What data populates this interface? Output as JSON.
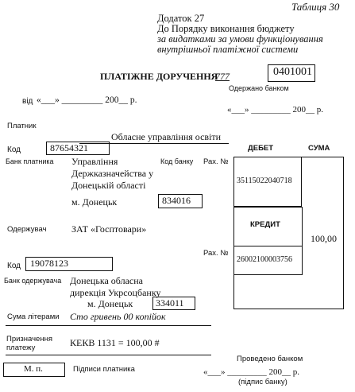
{
  "table_label": "Таблиця 30",
  "appendix": {
    "line1": "Додаток 27",
    "line2": "До Порядку виконання бюджету",
    "line3": "за видатками за умови функціонування",
    "line4": "внутрішньої платіжної системи"
  },
  "order": {
    "title": "ПЛАТІЖНЕ ДОРУЧЕННЯ",
    "number": "777",
    "form_code": "0401001",
    "received_by_bank": "Одержано банком"
  },
  "date": {
    "from_label": "від",
    "blank": "«___» _________ 200__ р.",
    "right_blank": "«___» _________ 200__ р."
  },
  "payer": {
    "label": "Платник",
    "name": "Обласне управління освіти",
    "code_label": "Код",
    "code": "87654321",
    "bank_label": "Банк платника",
    "bank_line1": "Управління",
    "bank_line2": "Держказначейства у",
    "bank_line3": "Донецькій області",
    "bank_line4": "м. Донецьк",
    "bank_code_label": "Код банку",
    "bank_code": "834016",
    "account_label": "Рах. №",
    "account": "35115022040718"
  },
  "columns": {
    "debit": "ДЕБЕТ",
    "credit": "КРЕДИТ",
    "sum": "СУМА",
    "amount": "100,00"
  },
  "recipient": {
    "label": "Одержувач",
    "name": "ЗАТ «Госптовари»",
    "code_label": "Код",
    "code": "19078123",
    "bank_label": "Банк одержувача",
    "bank_line1": "Донецька обласна",
    "bank_line2": "дирекція Укрсоцбанку",
    "bank_line3": "м. Донецьк",
    "bank_code": "334011",
    "account_label": "Рах. №",
    "account": "26002100003756"
  },
  "amount_words": {
    "label": "Сума літерами",
    "value": "Сто гривень 00 копійок"
  },
  "purpose": {
    "label_line1": "Призначення",
    "label_line2": "платежу",
    "value": "КЕКВ 1131 = 100,00 #"
  },
  "footer": {
    "stamp": "М. п.",
    "signatures": "Підписи платника",
    "processed": "Проведено банком",
    "date_blank": "«___» _________ 200__ р.",
    "bank_signature": "(підпис банку)"
  }
}
